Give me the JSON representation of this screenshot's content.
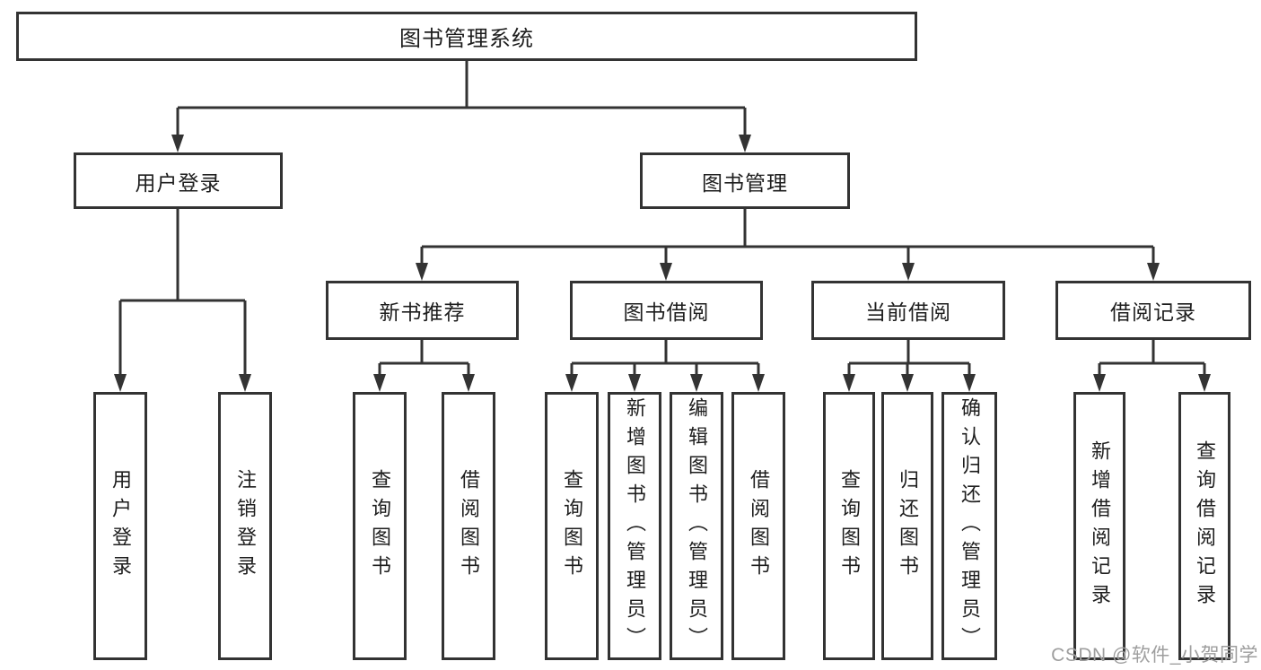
{
  "tree": {
    "root": {
      "label": "图书管理系统"
    },
    "branches": [
      {
        "label": "用户登录",
        "children": [
          {
            "label": "用户登录"
          },
          {
            "label": "注销登录"
          }
        ]
      },
      {
        "label": "图书管理",
        "groups": [
          {
            "label": "新书推荐",
            "children": [
              {
                "label": "查询图书"
              },
              {
                "label": "借阅图书"
              }
            ]
          },
          {
            "label": "图书借阅",
            "children": [
              {
                "label": "查询图书"
              },
              {
                "label": "新增图书（管理员）"
              },
              {
                "label": "编辑图书（管理员）"
              },
              {
                "label": "借阅图书"
              }
            ]
          },
          {
            "label": "当前借阅",
            "children": [
              {
                "label": "查询图书"
              },
              {
                "label": "归还图书"
              },
              {
                "label": "确认归还（管理员）"
              }
            ]
          },
          {
            "label": "借阅记录",
            "children": [
              {
                "label": "新增借阅记录"
              },
              {
                "label": "查询借阅记录"
              }
            ]
          }
        ]
      }
    ]
  },
  "watermark": "CSDN @软件_小贺同学",
  "colors": {
    "line": "#333333",
    "box_border": "#333333",
    "box_fill": "#ffffff",
    "text": "#1e1e1e",
    "watermark": "#9e9e9e",
    "background": "#ffffff"
  }
}
